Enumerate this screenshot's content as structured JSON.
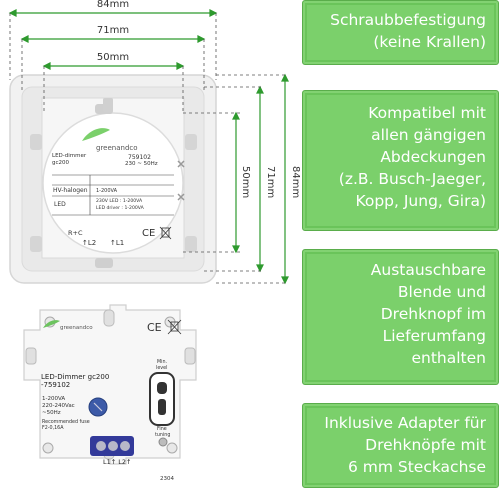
{
  "dimensions": {
    "outer_width": "84mm",
    "frame_width": "71mm",
    "insert_width": "50mm",
    "insert_height": "50mm",
    "frame_height": "71mm",
    "outer_height": "84mm"
  },
  "callouts": [
    {
      "lines": [
        "Schraubbefestigung",
        "(keine Krallen)"
      ]
    },
    {
      "lines": [
        "Kompatibel mit",
        "allen gängigen",
        "Abdeckungen",
        "(z.B. Busch-Jaeger,",
        "Kopp, Jung, Gira)"
      ]
    },
    {
      "lines": [
        "Austauschbare",
        "Blende und",
        "Drehknopf im",
        "Lieferumfang",
        "enthalten"
      ]
    },
    {
      "lines": [
        "Inklusive Adapter für",
        "Drehknöpfe mit",
        "6 mm Steckachse"
      ]
    }
  ],
  "top_product": {
    "brand": "greenandco",
    "model_line1": "LED-dimmer",
    "model_line2": "gc200",
    "article_no": "759102",
    "voltage": "230 ~ 50Hz",
    "row_hv_label": "HV-halogen",
    "row_hv_value": "1-200VA",
    "row_led_label": "LED",
    "row_led_value1": "230V LED : 1-200VA",
    "row_led_value2": "LED driver : 1-200VA",
    "term_rc": "R+C",
    "term_l2": "↑L2",
    "term_l1": "↑L1",
    "colors": {
      "accent_green": "#7bd06b",
      "frame": "#eeeeee",
      "dim_line": "#2e9a2e"
    }
  },
  "bottom_product": {
    "brand": "greenandco",
    "title_line1": "LED-Dimmer gc200",
    "title_line2": "-759102",
    "spec1": "1-200VA",
    "spec2": "220-240Vac",
    "spec3": "~50Hz",
    "fuse1": "Recommended fuse",
    "fuse2": "F2-0,16A",
    "min_label1": "Min.",
    "min_label2": "level",
    "fine_label1": "Fine",
    "fine_label2": "tuning",
    "terminals": "L1↑  L2↑",
    "code": "2304"
  }
}
